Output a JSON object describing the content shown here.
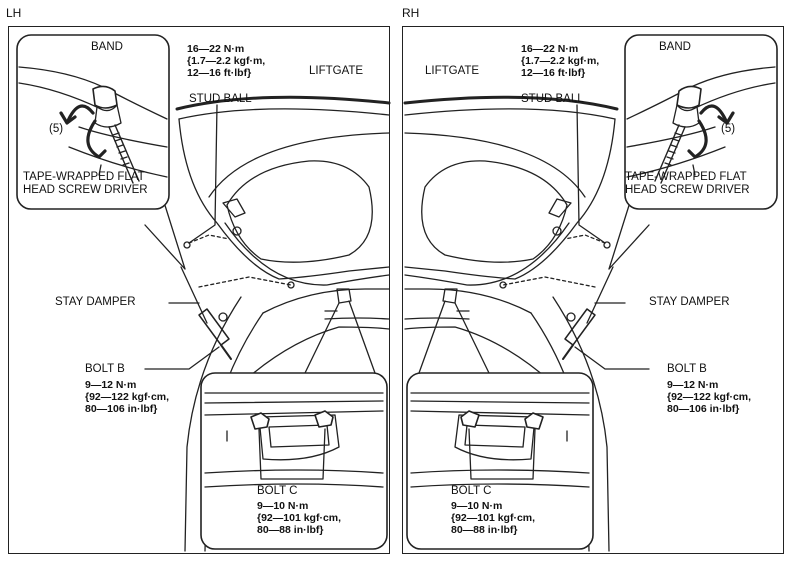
{
  "panels": {
    "left": {
      "tag": "LH",
      "band": "BAND",
      "step": "(5)",
      "tool": [
        "TAPE-WRAPPED FLAT",
        "HEAD SCREW DRIVER"
      ],
      "torque_stud": [
        "16—22 N·m",
        "{1.7—2.2 kgf·m,",
        "12—16 ft·lbf}"
      ],
      "liftgate": "LIFTGATE",
      "stud_ball": "STUD BALL",
      "stay_damper": "STAY DAMPER",
      "bolt_b": "BOLT B",
      "torque_b": [
        "9—12 N·m",
        "{92—122 kgf·cm,",
        "80—106 in·lbf}"
      ],
      "bolt_c": "BOLT C",
      "torque_c": [
        "9—10 N·m",
        "{92—101 kgf·cm,",
        "80—88 in·lbf}"
      ]
    },
    "right": {
      "tag": "RH",
      "band": "BAND",
      "step": "(5)",
      "tool": [
        "TAPE-WRAPPED FLAT",
        "HEAD SCREW DRIVER"
      ],
      "torque_stud": [
        "16—22 N·m",
        "{1.7—2.2 kgf·m,",
        "12—16 ft·lbf}"
      ],
      "liftgate": "LIFTGATE",
      "stud_ball": "STUD BALL",
      "stay_damper": "STAY DAMPER",
      "bolt_b": "BOLT B",
      "torque_b": [
        "9—12 N·m",
        "{92—122 kgf·cm,",
        "80—106 in·lbf}"
      ],
      "bolt_c": "BOLT C",
      "torque_c": [
        "9—10 N·m",
        "{92—101 kgf·cm,",
        "80—88 in·lbf}"
      ]
    }
  }
}
